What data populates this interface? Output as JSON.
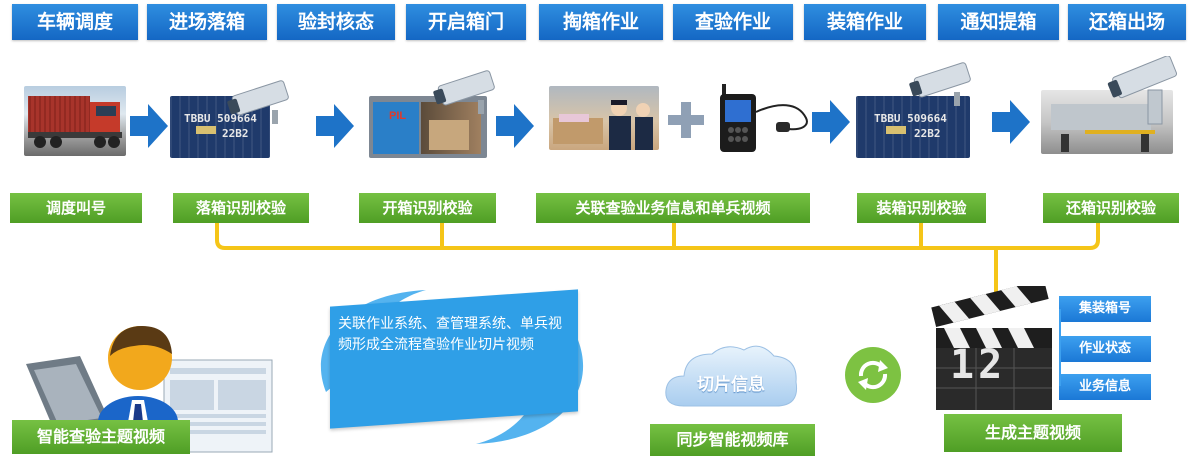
{
  "steps": [
    "车辆调度",
    "进场落箱",
    "验封核态",
    "开启箱门",
    "掏箱作业",
    "查验作业",
    "装箱作业",
    "通知提箱",
    "还箱出场"
  ],
  "checks": [
    "调度叫号",
    "落箱识别校验",
    "开箱识别校验",
    "关联查验业务信息和单兵视频",
    "装箱识别校验",
    "还箱识别校验"
  ],
  "container_codes": {
    "line1": "TBBU 509664",
    "line2": "22B2"
  },
  "container_brand": "PIL",
  "center_text": "关联作业系统、查管理系统、单兵视频形成全流程查验作业切片视频",
  "cloud_label": "切片信息",
  "bottom_labels": {
    "left": "智能查验主题视频",
    "middle": "同步智能视频库",
    "right": "生成主题视频"
  },
  "clapper_number": "12",
  "meta_tags": [
    "集装箱号",
    "作业状态",
    "业务信息"
  ],
  "colors": {
    "step_blue": "#1a70cc",
    "label_green": "#5aa830",
    "connector_yellow": "#f5c518",
    "arrow_blue": "#1e73c8",
    "sync_green": "#7dc242"
  }
}
